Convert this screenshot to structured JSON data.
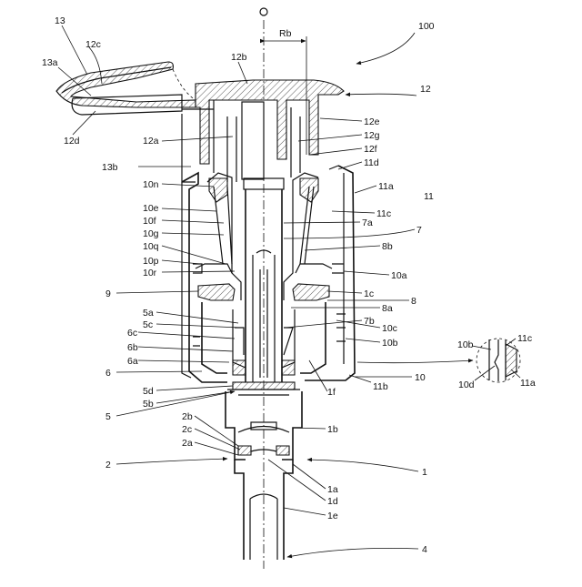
{
  "labels": {
    "l100": "100",
    "l13": "13",
    "l13a": "13a",
    "l12c": "12c",
    "l12b": "12b",
    "lRb": "Rb",
    "l12": "12",
    "l12d": "12d",
    "l12e": "12e",
    "l12a": "12a",
    "l12g": "12g",
    "l12f": "12f",
    "l13b": "13b",
    "l11d": "11d",
    "l10n": "10n",
    "l11a": "11a",
    "l11": "11",
    "l10e": "10e",
    "l11c": "11c",
    "l10f": "10f",
    "l7a": "7a",
    "l10g": "10g",
    "l7": "7",
    "l10q": "10q",
    "l8b": "8b",
    "l10p": "10p",
    "l10r": "10r",
    "l10a": "10a",
    "l9": "9",
    "l1c": "1c",
    "l8": "8",
    "l5a": "5a",
    "l8a": "8a",
    "l5c": "5c",
    "l7b": "7b",
    "l6c": "6c",
    "l10c": "10c",
    "l6b": "6b",
    "l10b": "10b",
    "l6a": "6a",
    "l6": "6",
    "l10": "10",
    "l11b": "11b",
    "l5d": "5d",
    "l1f": "1f",
    "l5b": "5b",
    "l5": "5",
    "l2b": "2b",
    "l1b": "1b",
    "l2c": "2c",
    "l2a": "2a",
    "l2": "2",
    "l1": "1",
    "l1a": "1a",
    "l1d": "1d",
    "l1e": "1e",
    "l4": "4",
    "d10b": "10b",
    "d11c": "11c",
    "d10d": "10d",
    "d11a": "11a"
  }
}
